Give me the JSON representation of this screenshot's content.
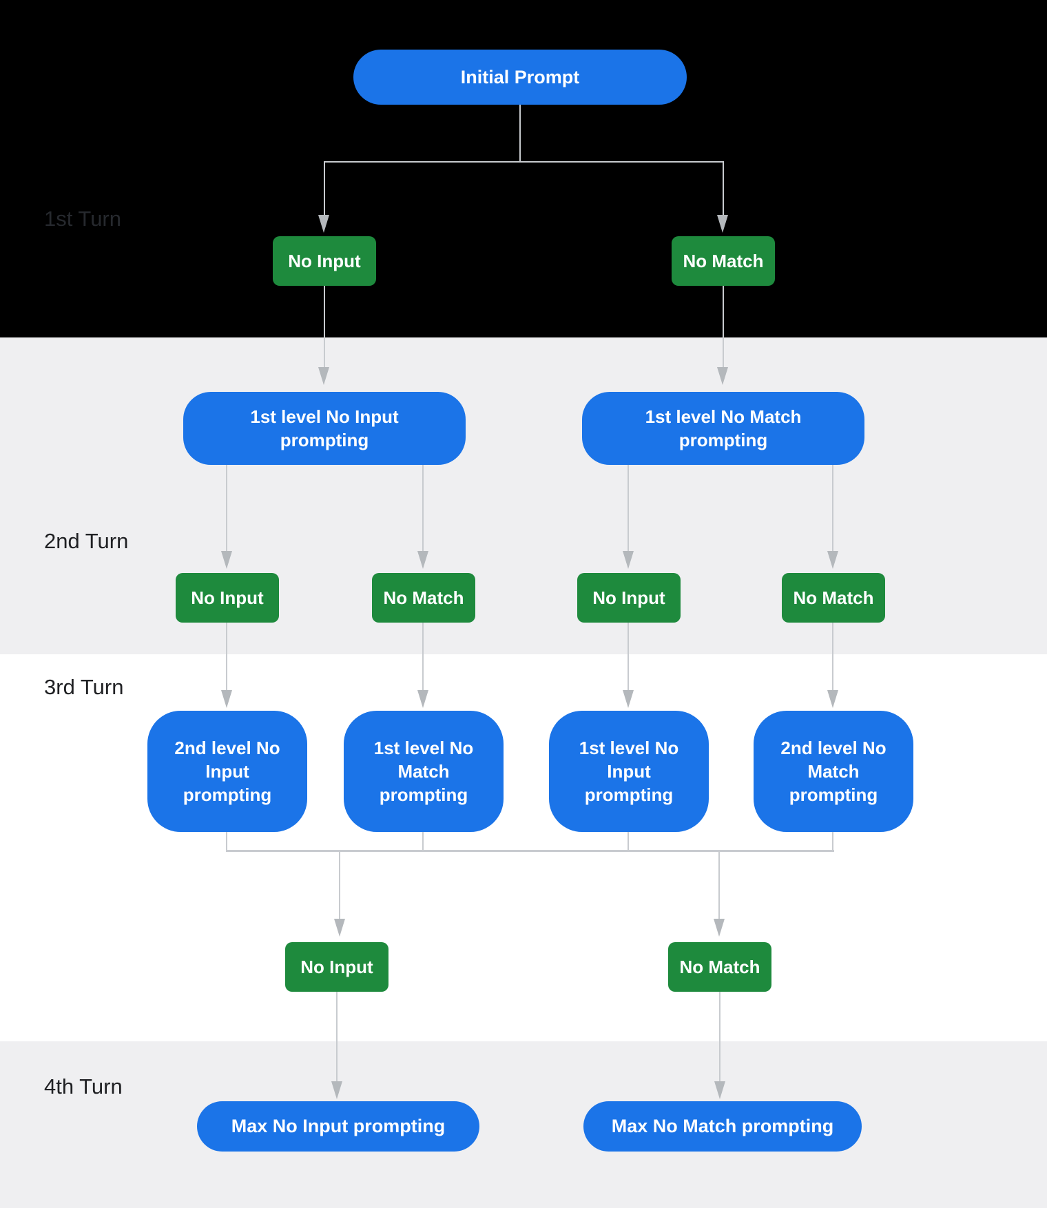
{
  "colors": {
    "blue": "#1b74e8",
    "green": "#1e8a3d",
    "line": "#c8cbcf",
    "arrow": "#b4b8bc",
    "bgdark": "#000000",
    "bggray": "#efeff1",
    "bgwhite": "#ffffff",
    "label": "#202124",
    "labelondark": "#26292e",
    "nodetext": "#ffffff"
  },
  "turn_labels": {
    "t1": "1st Turn",
    "t2": "2nd Turn",
    "t3": "3rd Turn",
    "t4": "4th Turn"
  },
  "nodes": {
    "initial_prompt": "Initial Prompt",
    "t1_no_input": "No Input",
    "t1_no_match": "No Match",
    "l1_no_input_prompting": "1st level No Input prompting",
    "l1_no_match_prompting": "1st level No Match prompting",
    "t2_no_input_a": "No Input",
    "t2_no_match_a": "No Match",
    "t2_no_input_b": "No Input",
    "t2_no_match_b": "No Match",
    "l2_no_input_prompting": "2nd level No Input prompting",
    "l1_no_match_prompting_b": "1st level No Match prompting",
    "l1_no_input_prompting_b": "1st level No Input prompting",
    "l2_no_match_prompting": "2nd level No Match prompting",
    "t3_no_input": "No Input",
    "t3_no_match": "No Match",
    "t4_max_no_input": "Max No Input prompting",
    "t4_max_no_match": "Max No Match prompting"
  }
}
